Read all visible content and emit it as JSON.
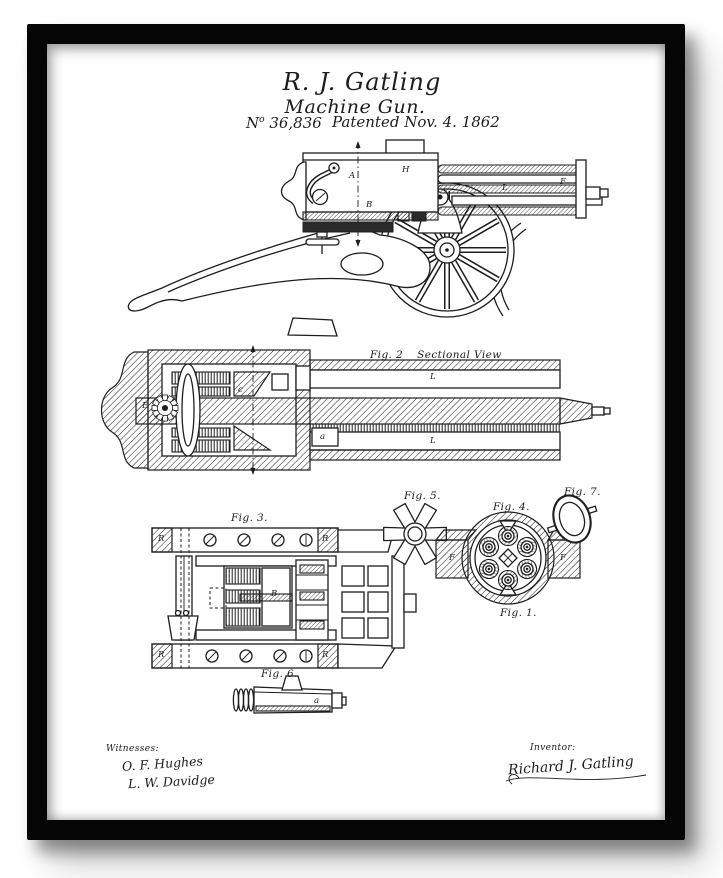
{
  "poster": {
    "header": {
      "title": "R. J. Gatling",
      "subtitle": "Machine Gun.",
      "patent_number": {
        "prefix": "N",
        "sup": "o",
        "value": "36,836"
      },
      "patent_date": "Patented Nov. 4. 1862"
    },
    "figures": {
      "fig2_label": "Fig. 2",
      "fig2_title": "Sectional View",
      "fig3_label": "Fig. 3.",
      "fig4_label": "Fig. 4.",
      "fig4_sub_label": "Fig. 1.",
      "fig5_label": "Fig. 5.",
      "fig6_label": "Fig. 6.",
      "fig7_label": "Fig. 7."
    },
    "part_labels": {
      "fig1": [
        "A",
        "H",
        "B",
        "L",
        "F"
      ],
      "fig2": [
        "E",
        "c",
        "a",
        "L",
        "L"
      ],
      "fig3": [
        "R",
        "R",
        "R",
        "R",
        "B"
      ],
      "fig4": [
        "F",
        "F"
      ],
      "fig6": [
        "a"
      ]
    },
    "signatures": {
      "witnesses_heading": "Witnesses:",
      "witness_1": "O. F. Hughes",
      "witness_2": "L. W. Davidge",
      "inventor_heading": "Inventor:",
      "inventor_name": "Richard J. Gatling"
    }
  }
}
